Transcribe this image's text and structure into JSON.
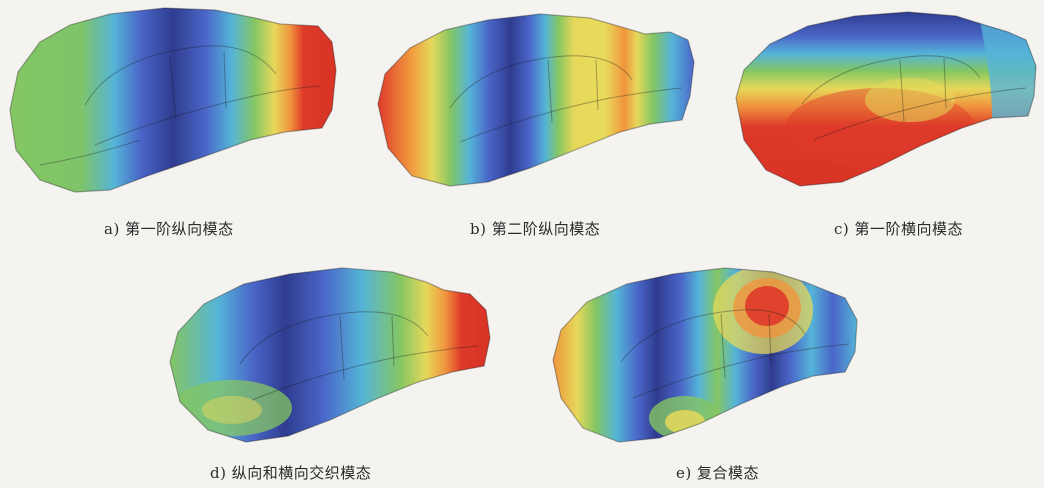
{
  "figure": {
    "panels": [
      {
        "id": "a",
        "caption": "a) 第一阶纵向模态"
      },
      {
        "id": "b",
        "caption": "b) 第二阶纵向模态"
      },
      {
        "id": "c",
        "caption": "c) 第一阶横向模态"
      },
      {
        "id": "d",
        "caption": "d) 纵向和横向交织模态"
      },
      {
        "id": "e",
        "caption": "e) 复合模态"
      }
    ],
    "contour_palette": {
      "blue_dark": "#2f3c8f",
      "blue": "#4a66c8",
      "cyan": "#54b6dc",
      "green": "#83c761",
      "yellow": "#e6d85a",
      "orange": "#f0953d",
      "red": "#de3a2a"
    }
  }
}
